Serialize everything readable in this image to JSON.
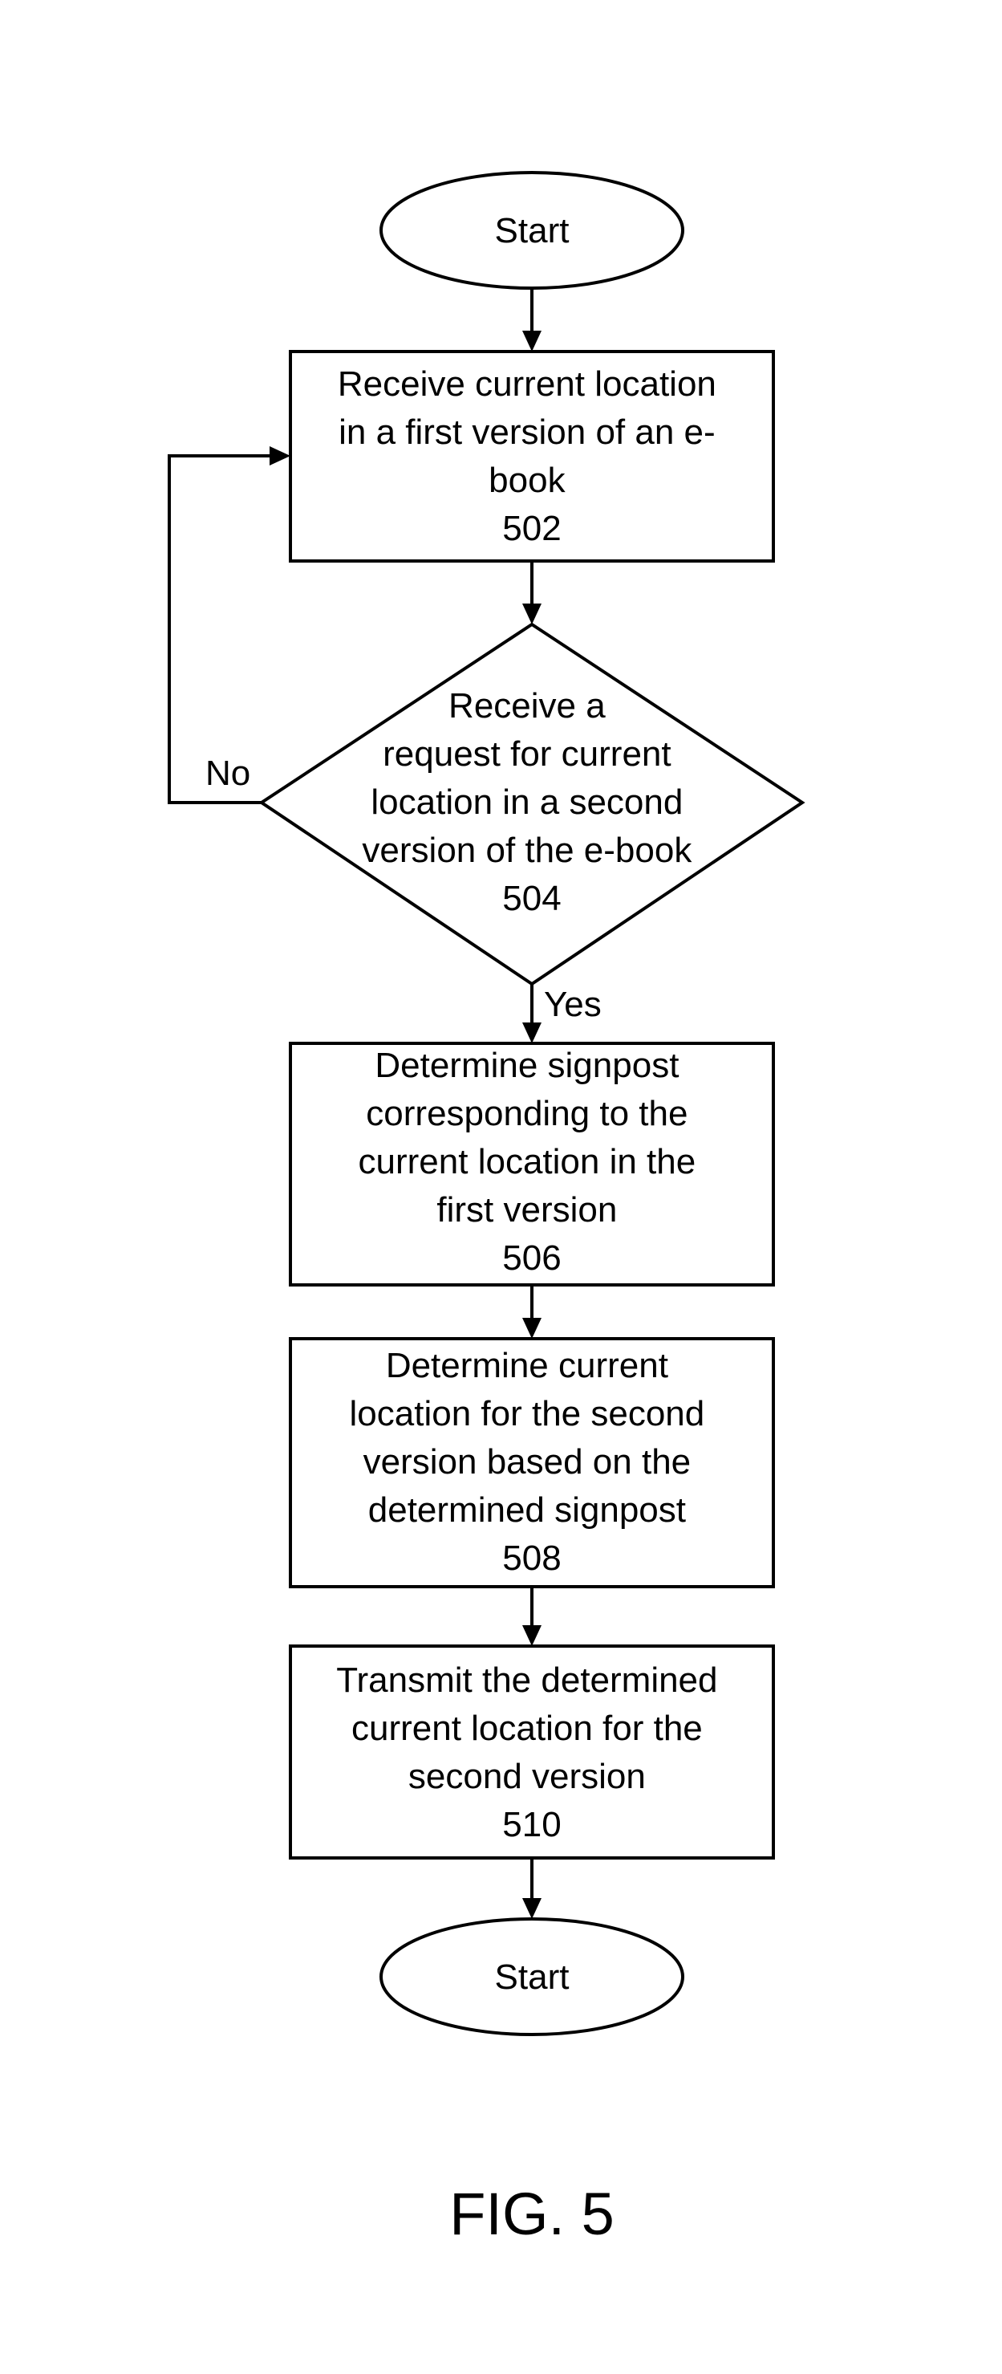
{
  "figure": {
    "caption": "FIG. 5"
  },
  "nodes": {
    "start_top": {
      "lines": [
        "Start"
      ]
    },
    "step_502": {
      "lines": [
        "Receive current location",
        "in a first version of an e-",
        "book",
        "502"
      ]
    },
    "decision_504": {
      "lines": [
        "Receive a",
        "request for current",
        "location in a second",
        "version of the e-book",
        "504"
      ]
    },
    "step_506": {
      "lines": [
        "Determine signpost",
        "corresponding to the",
        "current location in the",
        "first version",
        "506"
      ]
    },
    "step_508": {
      "lines": [
        "Determine current",
        "location for the second",
        "version based on the",
        "determined signpost",
        "508"
      ]
    },
    "step_510": {
      "lines": [
        "Transmit the determined",
        "current location for the",
        "second version",
        "510"
      ]
    },
    "start_bottom": {
      "lines": [
        "Start"
      ]
    }
  },
  "edges": {
    "no_label": "No",
    "yes_label": "Yes"
  }
}
